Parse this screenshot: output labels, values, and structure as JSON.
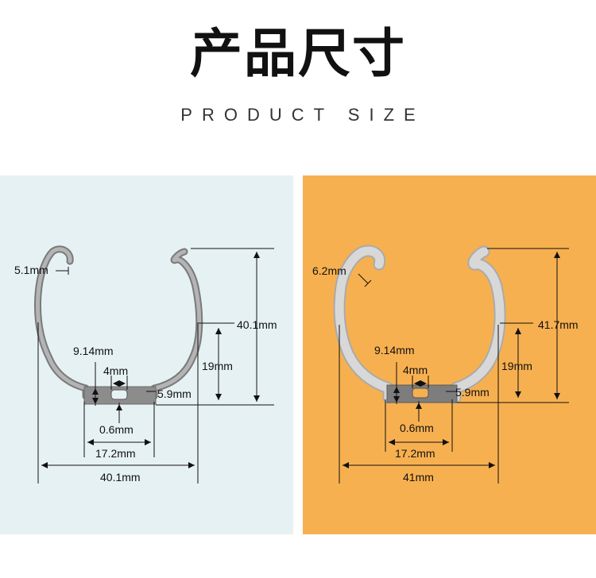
{
  "header": {
    "title_cn": "产品尺寸",
    "title_en": "PRODUCT SIZE"
  },
  "colors": {
    "left_background": "#e6f1f3",
    "right_background": "#f7b050",
    "left_clip": "#8a8a8a",
    "right_clip": "#d2d2d2"
  },
  "panels": {
    "left": {
      "thickness": "5.1mm",
      "total_height": "40.1mm",
      "inner_height": "19mm",
      "slot_length": "9.14mm",
      "slot_width": "4mm",
      "base_height": "5.9mm",
      "plate_thickness": "0.6mm",
      "base_width": "17.2mm",
      "total_width": "40.1mm"
    },
    "right": {
      "thickness": "6.2mm",
      "total_height": "41.7mm",
      "inner_height": "19mm",
      "slot_length": "9.14mm",
      "slot_width": "4mm",
      "base_height": "5.9mm",
      "plate_thickness": "0.6mm",
      "base_width": "17.2mm",
      "total_width": "41mm"
    }
  }
}
